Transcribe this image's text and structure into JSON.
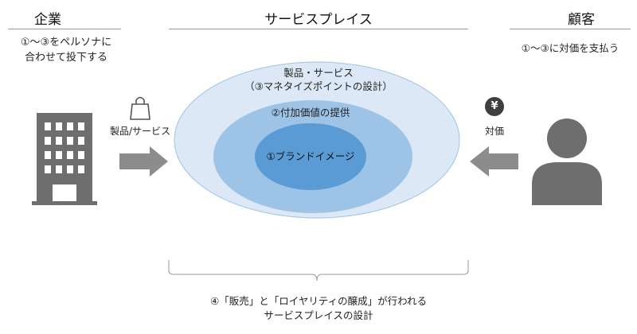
{
  "headers": {
    "company": "企業",
    "marketplace": "サービスプレイス",
    "customer": "顧客"
  },
  "company": {
    "note_line1": "①～③をペルソナに",
    "note_line2": "合わせて投下する",
    "flow_label": "製品/サービス"
  },
  "customer": {
    "note": "①～③に対価を支払う",
    "flow_label": "対価",
    "coin_symbol": "¥"
  },
  "ellipses": {
    "outer_line1": "製品・サービス",
    "outer_line2": "（③マネタイズポイントの設計）",
    "middle": "②付加価値の提供",
    "inner": "①ブランドイメージ"
  },
  "footer": {
    "line1": "④「販売」と「ロイヤリティの醸成」が行われる",
    "line2": "サービスプレイスの設計"
  },
  "colors": {
    "outer_fill": "#dce8f5",
    "outer_stroke": "#9ec3e6",
    "middle_fill": "#9dc3e6",
    "inner_fill": "#5b9bd5",
    "icon_gray": "#6e6e6e",
    "arrow_gray": "#8c8c8c"
  }
}
